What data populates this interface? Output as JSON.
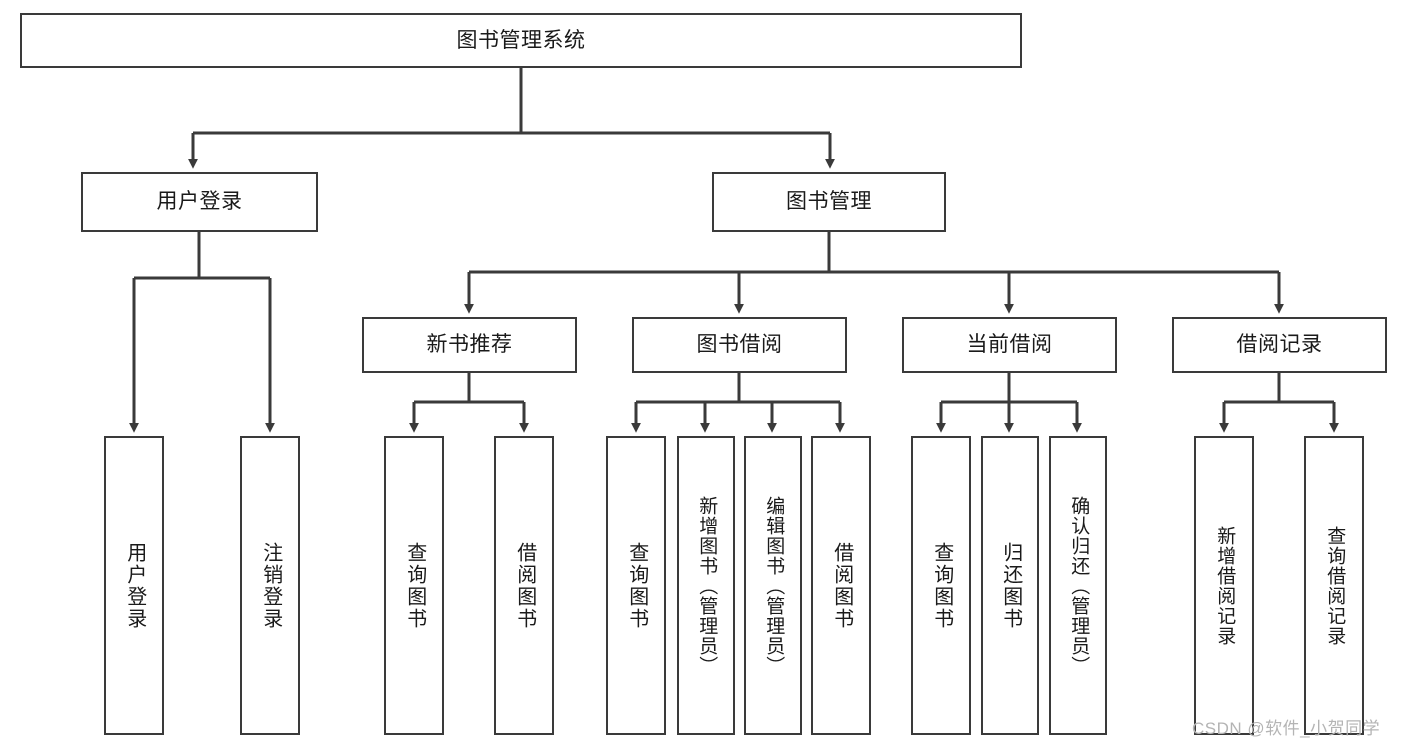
{
  "diagram": {
    "type": "tree",
    "title": "图书管理系统",
    "root": {
      "id": "root",
      "label": "图书管理系统"
    },
    "tier1": [
      {
        "id": "user-login",
        "label": "用户登录"
      },
      {
        "id": "book-management",
        "label": "图书管理"
      }
    ],
    "tier2": [
      {
        "id": "new-book-recommend",
        "label": "新书推荐",
        "parent": "book-management"
      },
      {
        "id": "book-borrow",
        "label": "图书借阅",
        "parent": "book-management"
      },
      {
        "id": "current-borrow",
        "label": "当前借阅",
        "parent": "book-management"
      },
      {
        "id": "borrow-record",
        "label": "借阅记录",
        "parent": "book-management"
      }
    ],
    "leaves": [
      {
        "id": "leaf-user-login",
        "label": "用户登录",
        "parent": "user-login"
      },
      {
        "id": "leaf-logout",
        "label": "注销登录",
        "parent": "user-login"
      },
      {
        "id": "leaf-query-book-1",
        "label": "查询图书",
        "parent": "new-book-recommend"
      },
      {
        "id": "leaf-borrow-book-1",
        "label": "借阅图书",
        "parent": "new-book-recommend"
      },
      {
        "id": "leaf-query-book-2",
        "label": "查询图书",
        "parent": "book-borrow"
      },
      {
        "id": "leaf-add-book",
        "label": "新增图书（管理员）",
        "parent": "book-borrow"
      },
      {
        "id": "leaf-edit-book",
        "label": "编辑图书（管理员）",
        "parent": "book-borrow"
      },
      {
        "id": "leaf-borrow-book-2",
        "label": "借阅图书",
        "parent": "book-borrow"
      },
      {
        "id": "leaf-query-book-3",
        "label": "查询图书",
        "parent": "current-borrow"
      },
      {
        "id": "leaf-return-book",
        "label": "归还图书",
        "parent": "current-borrow"
      },
      {
        "id": "leaf-confirm-return",
        "label": "确认归还（管理员）",
        "parent": "current-borrow"
      },
      {
        "id": "leaf-add-record",
        "label": "新增借阅记录",
        "parent": "borrow-record"
      },
      {
        "id": "leaf-query-record",
        "label": "查询借阅记录",
        "parent": "borrow-record"
      }
    ],
    "colors": {
      "background": "#ffffff",
      "box_fill": "#ffffff",
      "box_border": "#3a3a3a",
      "connector": "#3a3a3a",
      "text": "#1a1a1a",
      "watermark": "#b4b4b4"
    }
  },
  "watermark": {
    "text": "CSDN @软件_小贺同学"
  }
}
